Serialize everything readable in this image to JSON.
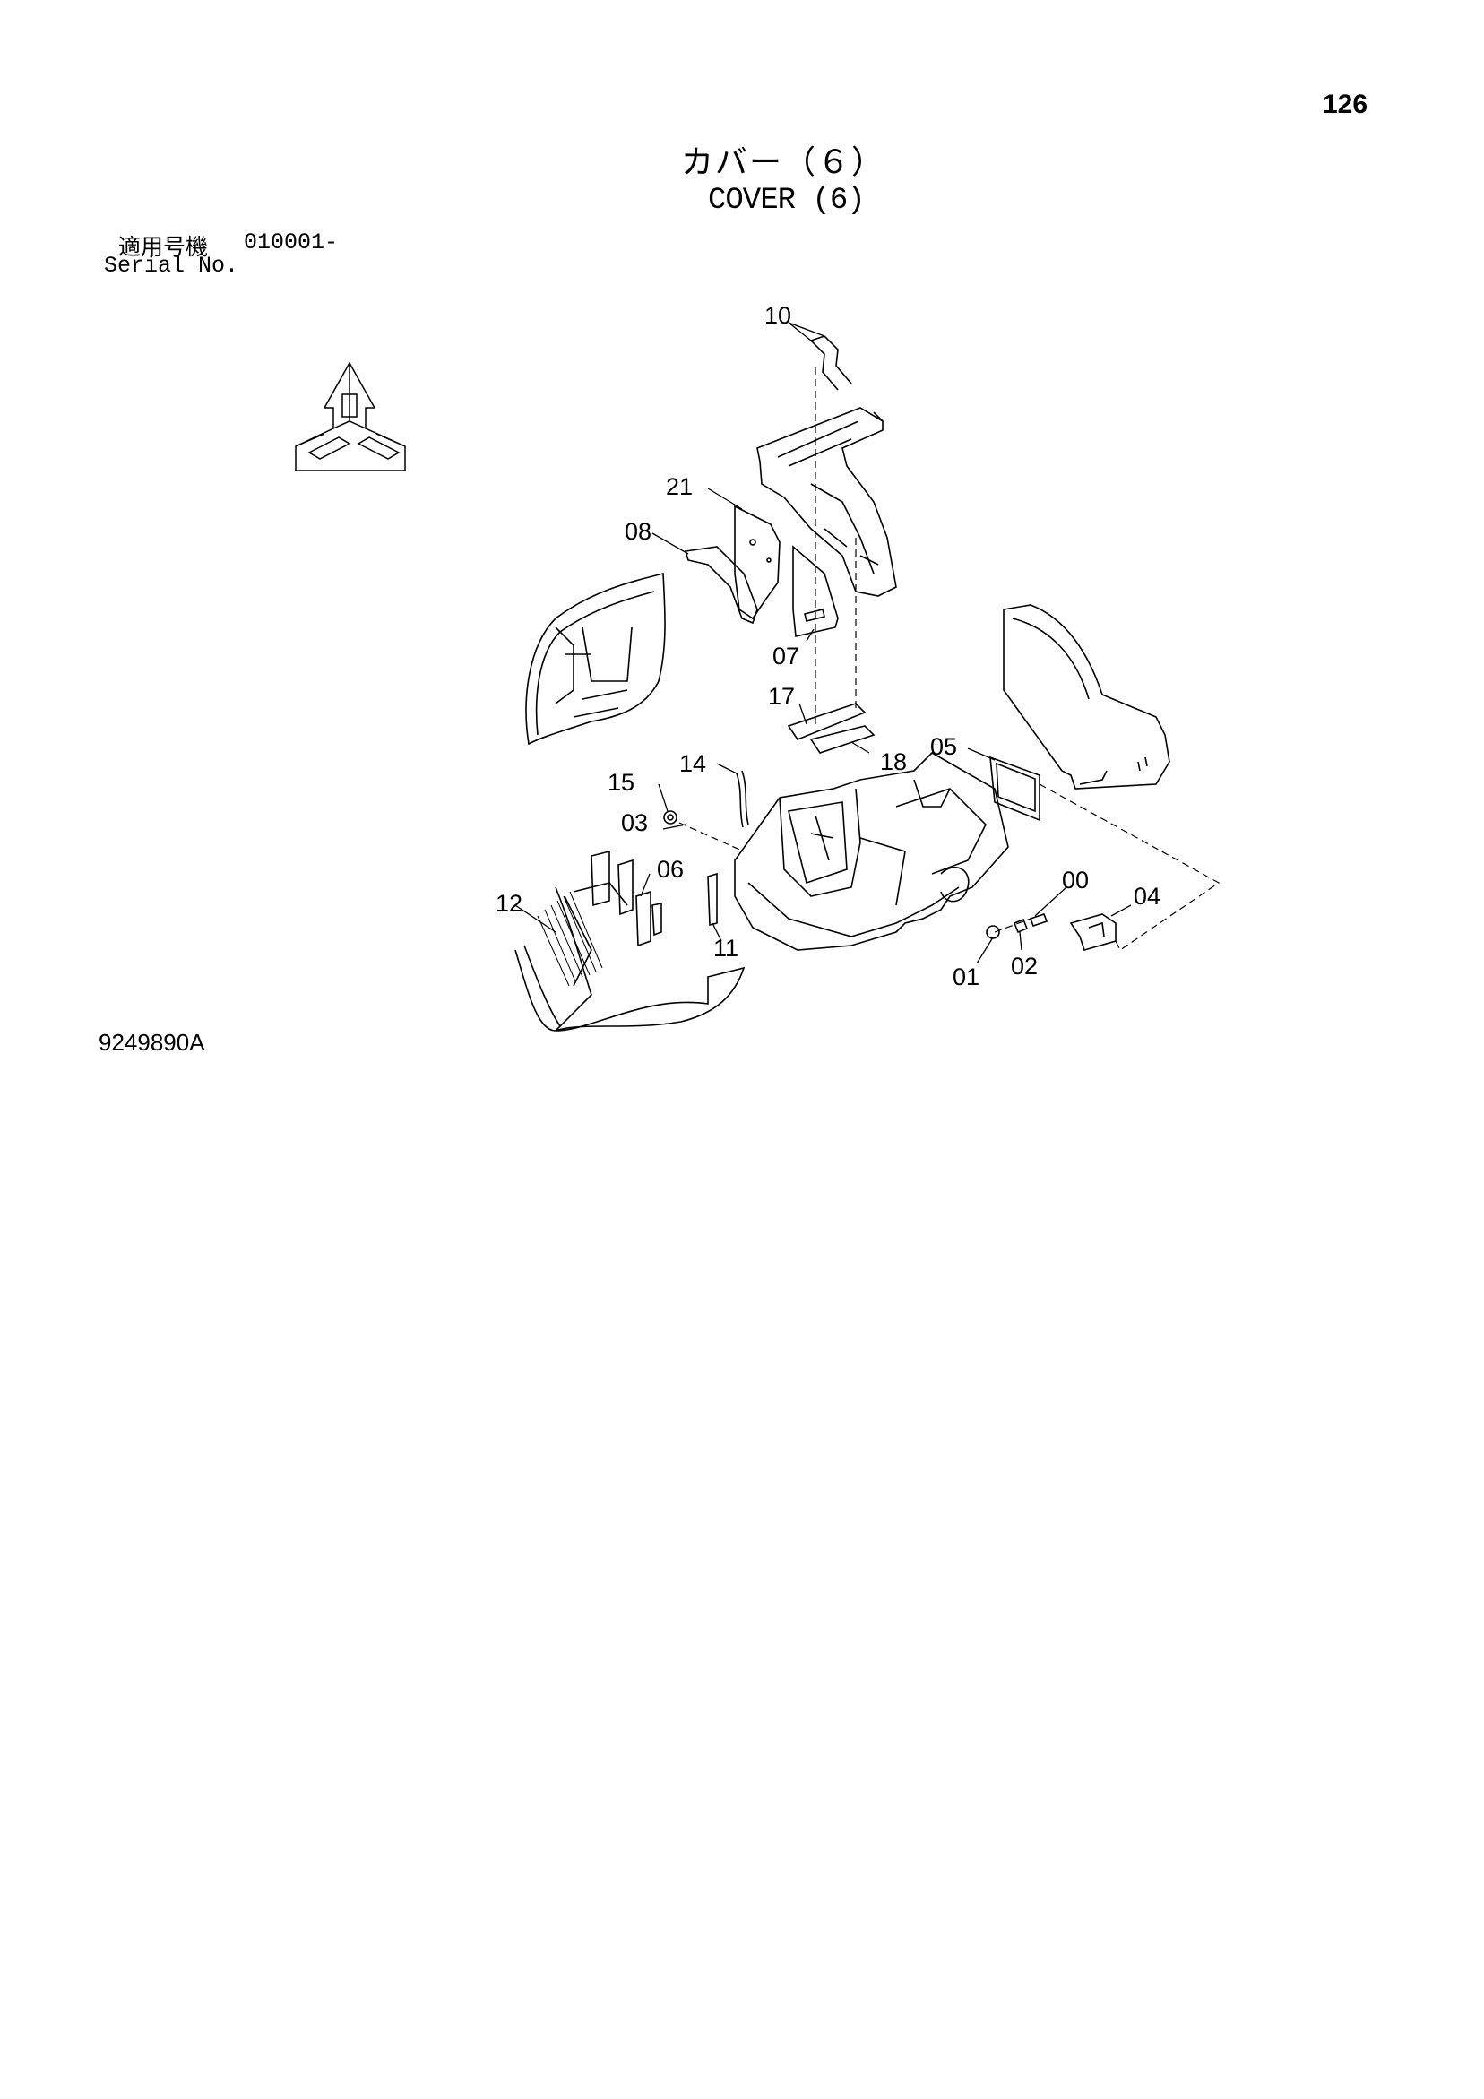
{
  "page": {
    "number": "126",
    "drawing_code": "9249890A"
  },
  "title": {
    "japanese": "カバー（６）",
    "english": "COVER (6)"
  },
  "serial": {
    "label_jp": "適用号機",
    "range": "010001-",
    "label_en": "Serial No."
  },
  "callouts": [
    "10",
    "21",
    "08",
    "07",
    "17",
    "18",
    "05",
    "14",
    "15",
    "03",
    "06",
    "12",
    "11",
    "00",
    "04",
    "01",
    "02"
  ],
  "orientation_icon": "direction-arrow-icon"
}
